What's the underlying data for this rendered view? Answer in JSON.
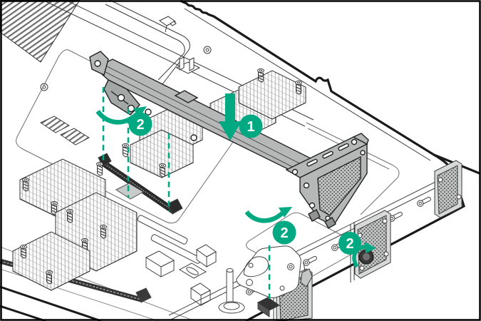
{
  "diagram": {
    "colors": {
      "accent": "#01A982",
      "line": "#2a2a2a",
      "metal": "#b5b8b7",
      "metal_dark": "#a3a7a6",
      "background": "#ffffff",
      "border": "#000000"
    },
    "callouts": [
      {
        "id": "callout-step-1",
        "label": "1"
      },
      {
        "id": "callout-step-2-left",
        "label": "2"
      },
      {
        "id": "callout-step-2-center",
        "label": "2"
      },
      {
        "id": "callout-step-2-right",
        "label": "2"
      }
    ],
    "annotations": {
      "down_arrow": "insert-downward-arrow",
      "curved_arrow": "rotate-latch-arrow",
      "dashed_line": "alignment-guide",
      "thumbscrew": "tighten-thumbscrew"
    }
  }
}
